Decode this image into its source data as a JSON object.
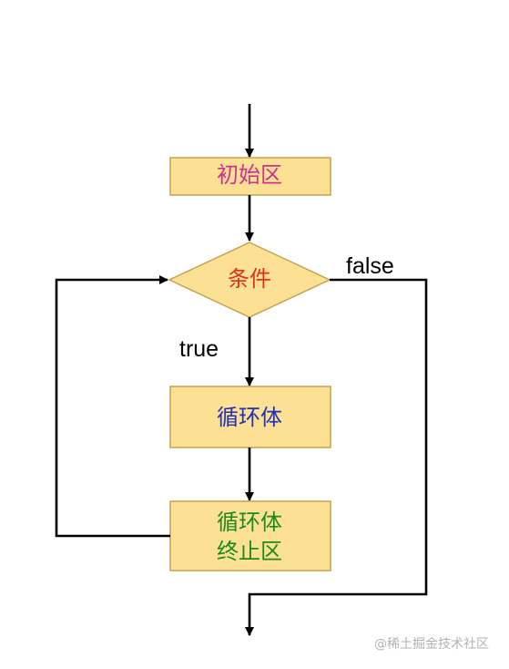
{
  "diagram": {
    "nodes": {
      "init": {
        "label": "初始区",
        "text_color": "#d0308f"
      },
      "condition": {
        "label": "条件",
        "text_color": "#e03020"
      },
      "loop_body": {
        "label": "循环体",
        "text_color": "#2030b8"
      },
      "loop_end": {
        "label_line1": "循环体",
        "label_line2": "终止区",
        "text_color": "#1e8a1e"
      }
    },
    "edge_labels": {
      "true_label": "true",
      "false_label": "false"
    },
    "colors": {
      "box_fill": "#fce194",
      "box_stroke": "#c5a14f",
      "diamond_fill": "#fce194",
      "diamond_stroke": "#c5a14f",
      "line": "#000000"
    }
  },
  "watermark": "@稀土掘金技术社区"
}
